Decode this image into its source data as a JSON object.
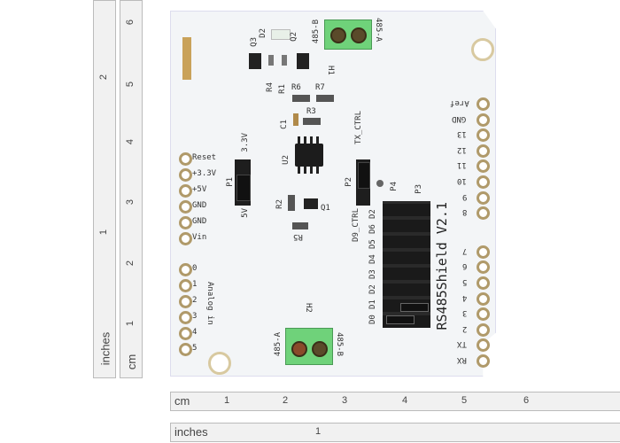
{
  "rulers": {
    "vertical_cm": {
      "unit": "cm",
      "ticks": [
        "1",
        "2",
        "3",
        "4",
        "5",
        "6"
      ]
    },
    "vertical_inches": {
      "unit": "inches",
      "ticks": [
        "1",
        "2"
      ]
    },
    "horizontal_cm": {
      "unit": "cm",
      "ticks": [
        "1",
        "2",
        "3",
        "4",
        "5",
        "6"
      ]
    },
    "horizontal_inches": {
      "unit": "inches",
      "ticks": [
        "1"
      ]
    }
  },
  "board": {
    "title": "RS485Shield V2.1",
    "left_power_pins": [
      "Reset",
      "+3.3V",
      "+5V",
      "GND",
      "GND",
      "Vin"
    ],
    "analog_pins": [
      "0",
      "1",
      "2",
      "3",
      "4",
      "5"
    ],
    "analog_label": "Analog in",
    "right_pins": [
      "Aref",
      "GND",
      "13",
      "12",
      "11",
      "10",
      "9",
      "8",
      "7",
      "6",
      "5",
      "4",
      "3",
      "2",
      "TX",
      "RX"
    ],
    "header_rows": [
      "D2",
      "D6",
      "D5",
      "D4",
      "D3",
      "D2",
      "D1",
      "D0"
    ],
    "components": {
      "h1": "H1",
      "h2": "H2",
      "p1": "P1",
      "p2": "P2",
      "p3": "P3",
      "p4": "P4",
      "u2": "U2",
      "q1": "Q1",
      "q2": "Q2",
      "q3": "Q3",
      "d2": "D2",
      "r1": "R1",
      "r2": "R2",
      "r3": "R3",
      "r4": "R4",
      "r5": "R5",
      "r6": "R6",
      "r7": "R7",
      "c1": "C1"
    },
    "terminal_labels": {
      "a": "485-A",
      "b": "485-B"
    },
    "jumper_labels": {
      "v33": "3.3V",
      "v5": "5V",
      "tx_ctrl": "TX_CTRL",
      "d9_ctrl": "D9_CTRL"
    }
  }
}
